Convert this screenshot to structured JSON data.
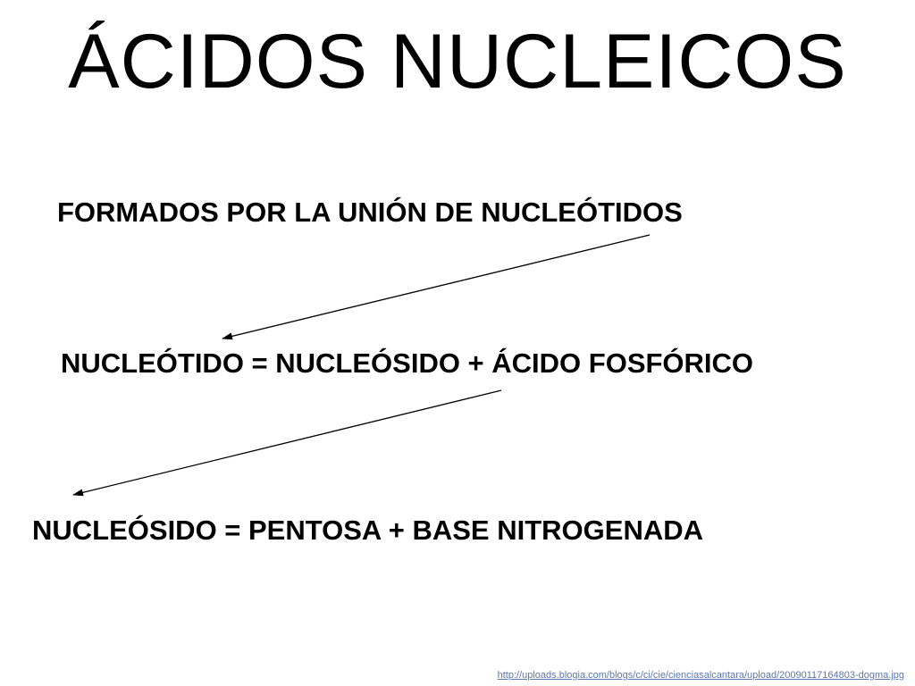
{
  "slide": {
    "title": "ÁCIDOS NUCLEICOS",
    "lines": [
      "FORMADOS POR LA UNIÓN DE NUCLEÓTIDOS",
      "NUCLEÓTIDO = NUCLEÓSIDO + ÁCIDO FOSFÓRICO",
      "NUCLEÓSIDO = PENTOSA + BASE NITROGENADA"
    ],
    "source_link": "http://uploads.blogia.com/blogs/c/ci/cie/cienciasalcantara/upload/20090117164803-dogma.jpg"
  },
  "colors": {
    "text": "#000000",
    "background": "#ffffff",
    "link": "#5a78b4"
  }
}
